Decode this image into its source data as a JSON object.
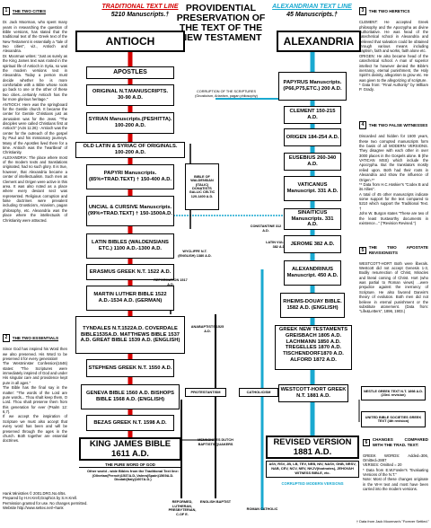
{
  "header": {
    "left_title": "TRADITIONAL TEXT LINE",
    "left_count": "5210 Manuscripts.†",
    "center_title": "PROVIDENTIAL PRESERVATION OF THE TEXT OF THE NEW TESTAMENT",
    "right_title": "ALEXANDRIAN TEXT LINE",
    "right_count": "45 Manuscripts.†"
  },
  "left_boxes": [
    "ANTIOCH",
    "APOSTLES",
    "ORIGINAL N.T.MANUSCRIPTS. 30-90 A.D.",
    "SYRIAN Manuscripts.(PESHITTA). 100-200 A.D.",
    "OLD LATIN & SYRIAC OF ORIGINALS. 100-200 A.D.",
    "PAPYRI Manuscripts. (85%=TRAD.TEXT) † 150-400 A.D.",
    "UNCIAL & CURSIVE Manuscripts. (99%=TRAD.TEXT) † 150-1500A.D.",
    "LATIN BIBLES (WALDENSIANS ETC.) 1100 A.D.-1300 A.D.",
    "ERASMUS GREEK N.T. 1522 A.D.",
    "MARTIN LUTHER BIBLE 1522 A.D.-1534 A.D. (GERMAN)",
    "TYNDALES N.T.1522A.D. COVERDALE BIBLE1535A.D. MATTHEWS BIBLE 1537 A.D. GREAT BIBLE 1539 A.D. (ENGLISH)",
    "STEPHENS GREEK N.T. 1550 A.D.",
    "GENEVA BIBLE 1560 A.D. BISHOPS BIBLE 1568 A.D. (ENGLISH)",
    "BEZAS GREEK N.T. 1598 A.D.",
    "KING JAMES BIBLE 1611 A.D."
  ],
  "kjv_caption": "THE PURE WORD OF GOD",
  "left_footnote": "Other world - wide Bibles from the Traditional Text line: (Olivetan(French)1537A.D.,Valera(Spain)1569A.D. Diodati(Italy)1607A.D.)",
  "credits": "Hank Ministries © 2001.DRG.No.6/5s.\nPrepared by H.H.Krell,Graphics by S.H.Krell.\nPermission granted for use. No changes permitted.\nWebsite http://www.settex.net/~hank",
  "right_boxes": [
    "ALEXANDRIA",
    "PAPYRUS Manuscripts. (P66,P75,ETC.) 200 A.D.",
    "CLEMENT 150-215 A.D.",
    "ORIGEN 184-254 A.D.",
    "EUSEBIUS 260-340 A.D.",
    "VATICANUS Manuscript. 331 A.D.",
    "SINAITICUS Manuscripts. 331 A.D.",
    "JEROME 382 A.D.",
    "ALEXANDRINUS Manuscript. 450 A.D.",
    "RHEIMS-DOUAY BIBLE. 1582 A.D. (ENGLISH)",
    "GREEK NEW TESTAMENTS GREISBACH 1805 A.D. LACHMANN 1850 A.D. TREGELLES 1870 A.D. TISCHENDORF1870 A.D. ALFORD 1872 A.D.",
    "WESTCOTT-HORT GREEK N.T. 1881 A.D.",
    "REVISED VERSION 1881 A.D."
  ],
  "side_boxes": [
    "NESTLE GREEK TEXT N.T. 1898 A.D. (23rd. revision)",
    "UNITED BIBLE SOCIETIES GREEK TEXT (4th revision)"
  ],
  "center_labels": {
    "corruption": "CORRUPTION OF THE SCRIPTURES (Gnosticism, Arianism, pagan philosophy)",
    "waldensian": "BIBLE OF WALDENSIAN (ITALIC) DONATISTS GALLIC CELTIC 120-1400 A.D.",
    "constantine": "CONSTANTINE 312 A.D.",
    "wycliffe": "WYCLIFFE N.T. (ENGLISH) 1380 A.D.",
    "latin_vulgate": "LATIN VULGATE 382 A.D.",
    "reformation": "REFORMATION 1517 A.D.",
    "anabaptists": "ANABAPTISTS 1525 A.D.",
    "protestantism": "PROTESTANTISM",
    "catholicism": "CATHOLICISM",
    "mennonites": "MENNONITES DUTCH BAPTISTS QUAKERS",
    "english_baptist": "ENGLISH BAPTIST",
    "reformed": "REFORMED, LUTHERAN, PRESBYTERIAN, C.OF E.",
    "roman_catholic": "ROMAN CATHOLIC",
    "versions_list": "ASV, RSV, JB, LB, TEV, NEB, NIV, NASV, GNB, NRSV, NAB, CEV, NCV, NEV, NKJV(footnotes), JEHOVAH WITNESS BIBLE, etc.",
    "corrupted": "CORRUPTED MODERN VERSIONS",
    "footnote": "† Data from Jack Moorman's \"Forever Settled.\""
  },
  "left_column": {
    "num": "1",
    "title": "THE TWO CITIES",
    "body": "Dr. Jack Moorman, who spent many years in researching the question of Bible versions, has stated that the traditional text of the Greek text of the New Testament is essentially a \"tale of two cities\", viz., Antioch and Alexandria.\nDr. Moorman writes: \"Just as surely as the King James text was rooted in the spiritual life of Antioch in Syria, so was the modern versions text in Alexandria. Today a person must decide whether he is more comfortable with a Bible whose roots go back to one or the other of these two cities...certainly Antioch has the far more glorious heritage.\"\nANTIOCH: Here was the springboard for the Gentile church. It became the center for Gentile Christians just as Jerusalem was for the Jews. \"The disciples were called Christians first at Antioch\" (Acts 11:26) - Antioch was the center for the outreach of the gospel by Paul and his missionary journeys. Many of the Apostles lived there for a time. Antioch was the 'heartbeat' of Christianity.\nALEXANDRIA: The place where most of the modern texts and translations originated, had no such glory. It is true, however, that Alexandria became a center of intellectualism. Such men as Clement and Origen were active in this area. It was also noted as a place where every deviant sect was represented. Religious corruption and false doctrines were prevalent including Gnosticism, Arianism, pagan philosophy, etc. Alexandria was the place where the intellectuals of Christianity were attracted."
  },
  "left_column2": {
    "num": "2",
    "title": "THE TWO ESSENTIALS",
    "body": "Since God has inspired his Word then we also preserved. His Word to be preserved it for every generation!\nThe Westminster Confession(1646) states: \"The Scriptures were immediately inspired of God and under His singular care and providence kept pure in all ages.\"\nThe Bible has the final say in the matter: \"The words of the Lord are pure words... Thou shalt keep them, O Lord. Thou shalt preserve them from this generation for ever (Psalm 12: 6,7).\nIf we accept the inspiration of Scripture we must also accept that every word has been and will be preserved through the ages in the church. Both together are essential doctrines."
  },
  "right_column": {
    "num": "3",
    "title": "THE TWO HERETICS",
    "body": "CLEMENT: He accepted Greek philosophy and the Apocrypha as divine authoritative. He was head of the catechetical school in Alexandria and believed that salvation could be obtained through various means including baptism, faith and works, faith alone etc.\nORIGEN: He also became head of the catechetical school. A man of superior intellect he however denied the Bible's inerrancy, eternal punishment, the Holy Spirit's divinity, allegorism to grow etc. He was given to the allegorizing of scripture.\n* Data from: \"Final Authority\" by William P. Grady."
  },
  "right_column2": {
    "num": "4",
    "title": "THE TWO FALSE WITNESSES",
    "body": "Discarded and hidden for 1500 years, these two corrupted manuscripts form the basis of all MODERN VERSIONS. They disagree with each other in over 3000 places in the Gospels alone. B (the VATICAN MSS) which include the Apocrypha. But the translators mostly relied upon. Both had their roots in Alexandria and show the influence of Origen.**\n** Data from H.C.Hoskier's \"Codex B and its Allies\".\nA total of 45 other manuscripts indicate some support for the text compared to 5210 which support the Traditional Text. †\nJohn W. Burgon states \"These are two of the least trustworthy documents in existence...\" (\"Revision Revised.\")"
  },
  "right_column3": {
    "num": "5",
    "title": "THE TWO APOSTATE REVISIONISTS",
    "body": "WESTCOTT-HORT Both were liberals. Westcott did not accept Genesis 1-3, Bodily resurrection of Christ, Miracles and literal coming of Christ. Hort (who was partial to Roman views) ...were prejudice against the inerrancy of Scripture. He also favored Darwin's theory of evolution. Both men did not believe in eternal punishment or the substitute atonement. (Data from: \"Life&Letters\", 1896, 1903.)"
  },
  "right_column4": {
    "num": "6",
    "title": "CHANGES COMPARED WITH THE TRAD. TEXT:",
    "body": "GREEK WORDS: Added=306, Omitted=2887\nVERSES: Omitted = 20\n* Data from E.W.Fowler's \"Evaluating Versions of the N.T.\"\nNote: Most of these changes originate in the W-H text and most have been carried into the modern versions."
  },
  "colors": {
    "red": "#d40000",
    "cyan": "#1aa9d0",
    "black": "#000000"
  }
}
